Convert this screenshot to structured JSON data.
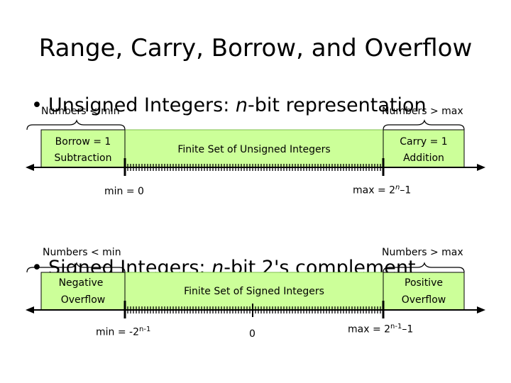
{
  "title": "Range, Carry, Borrow, and Overflow",
  "colors": {
    "green": "#ccff99",
    "green_border": "#7fbf4f",
    "line": "#000000"
  },
  "unsigned": {
    "bullet_prefix": "Unsigned Integers: ",
    "bullet_var": "n",
    "bullet_suffix": "-bit representation",
    "left_label": "Numbers < min",
    "right_label": "Numbers > max",
    "left_box_line1": "Borrow = 1",
    "left_box_line2": "Subtraction",
    "center_label": "Finite Set of Unsigned Integers",
    "right_box_line1": "Carry = 1",
    "right_box_line2": "Addition",
    "min_label": "min = 0",
    "max_label_base": "max = 2",
    "max_label_exp": "n",
    "max_label_tail": "–1"
  },
  "signed": {
    "bullet_prefix": "Signed Integers: ",
    "bullet_var": "n",
    "bullet_suffix": "-bit 2's complement",
    "left_label": "Numbers < min",
    "right_label": "Numbers > max",
    "left_box_line1": "Negative",
    "left_box_line2": "Overflow",
    "center_label": "Finite Set of Signed Integers",
    "right_box_line1": "Positive",
    "right_box_line2": "Overflow",
    "min_label_base": "min = -2",
    "min_label_exp": "n-1",
    "zero_label": "0",
    "max_label_base": "max = 2",
    "max_label_exp": "n-1",
    "max_label_tail": "–1"
  }
}
